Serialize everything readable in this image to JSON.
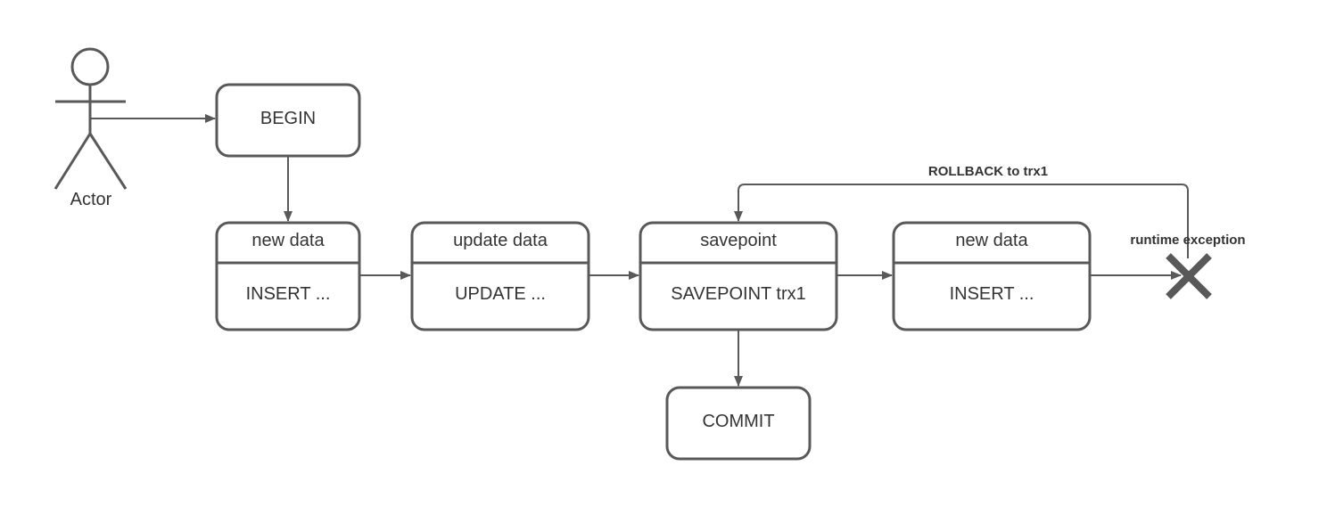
{
  "actor": {
    "label": "Actor"
  },
  "nodes": {
    "begin": {
      "text": "BEGIN"
    },
    "insert1": {
      "header": "new data",
      "body": "INSERT ..."
    },
    "update": {
      "header": "update data",
      "body": "UPDATE ..."
    },
    "savepoint": {
      "header": "savepoint",
      "body": "SAVEPOINT trx1"
    },
    "insert2": {
      "header": "new data",
      "body": "INSERT ..."
    },
    "commit": {
      "text": "COMMIT"
    }
  },
  "edges": {
    "rollback_label": "ROLLBACK to trx1",
    "exception_label": "runtime exception"
  },
  "colors": {
    "stroke": "#595959",
    "text": "#333333",
    "background": "#ffffff"
  }
}
